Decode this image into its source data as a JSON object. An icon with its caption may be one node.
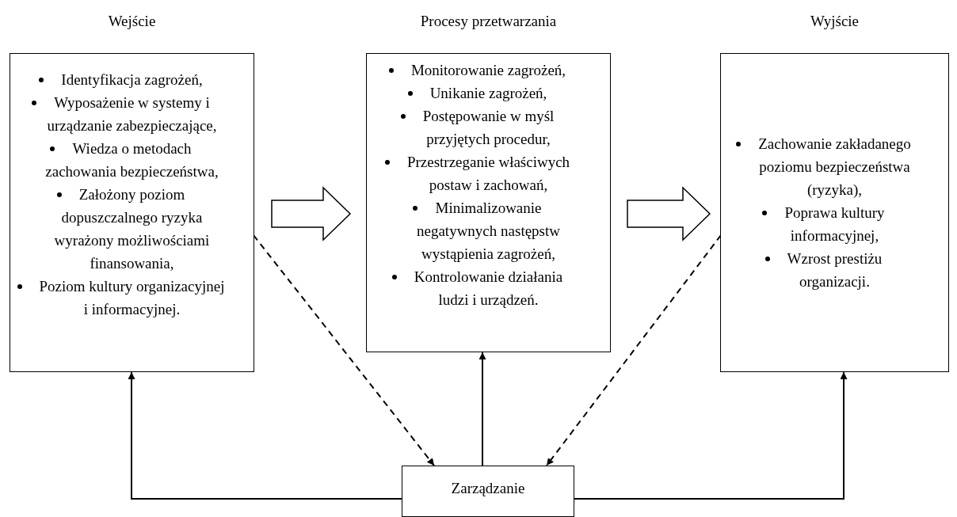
{
  "diagram": {
    "nodes": [
      {
        "text": [
          "Wejście",
          "Identyfikacja zagrożeń,",
          "Wyposażenie w systemy i urządzanie zabezpieczające,",
          "Wiedza o metodach zachowania bezpieczeństwa,",
          "Założony poziom dopuszczalnego ryzyka wyrażony możliwościami finansowania,",
          "Poziom kultury organizacyjnej i informacyjnej."
        ]
      },
      {
        "text": [
          "Procesy przetwarzania",
          "Monitorowanie zagrożeń,",
          "Unikanie zagrożeń,",
          "Postępowanie w myśl przyjętych procedur,",
          "Przestrzeganie właściwych postaw i zachowań,",
          "Minimalizowanie negatywnych następstw wystąpienia zagrożeń,",
          "Kontrolowanie działania ludzi i urządzeń."
        ]
      },
      {
        "text": [
          "Wyjście",
          "Zachowanie zakładanego poziomu bezpieczeństwa (ryzyka),",
          "Poprawa kultury informacyjnej,",
          "Wzrost prestiżu organizacji."
        ]
      },
      {
        "text": [
          "Zarządzanie"
        ]
      }
    ],
    "edges": [
      {
        "from": 0,
        "to": 1,
        "arrow": "to",
        "style": "thick"
      },
      {
        "from": 1,
        "to": 2,
        "arrow": "to",
        "style": "thick"
      },
      {
        "from": 0,
        "to": 3,
        "arrow": "to",
        "style": "dashed"
      },
      {
        "from": 2,
        "to": 3,
        "arrow": "to",
        "style": "dashed"
      },
      {
        "from": 3,
        "to": 0,
        "arrow": "to"
      },
      {
        "from": 3,
        "to": 1,
        "arrow": "to"
      },
      {
        "from": 3,
        "to": 2,
        "arrow": "to"
      }
    ]
  }
}
